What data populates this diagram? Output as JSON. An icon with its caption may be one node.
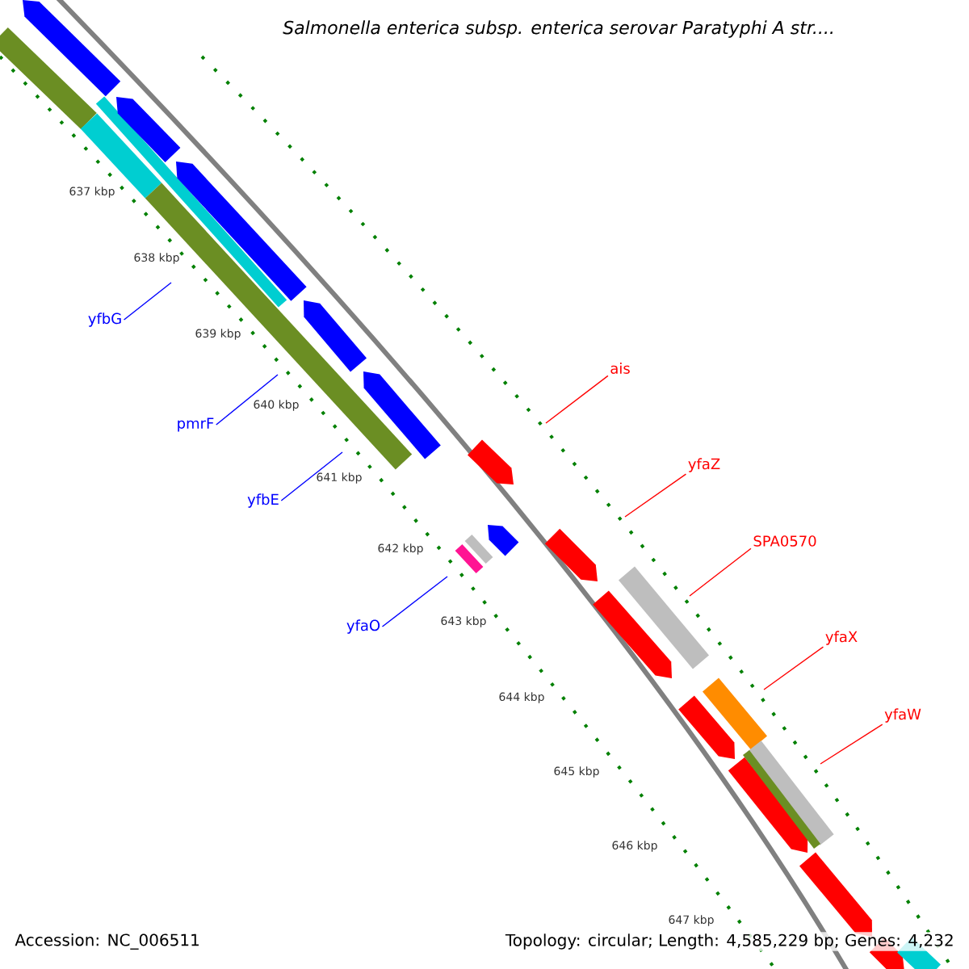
{
  "diagram": {
    "title": "*Salmonella enterica* subsp. *enterica* serovar *Paratyphi A* str....",
    "nodes": [
      {
        "text": [
          "yfbG"
        ]
      },
      {
        "text": [
          "pmrF"
        ]
      },
      {
        "text": [
          "yfbE"
        ]
      },
      {
        "text": [
          "yfaO"
        ]
      },
      {
        "text": [
          "ais"
        ]
      },
      {
        "text": [
          "yfaZ"
        ]
      },
      {
        "text": [
          "SPA0570"
        ]
      },
      {
        "text": [
          "yfaX"
        ]
      },
      {
        "text": [
          "yfaW"
        ]
      }
    ],
    "edges": [
      {
        "from": 0,
        "to": null,
        "arrow": "none",
        "color": "#0000ff"
      },
      {
        "from": 1,
        "to": null,
        "arrow": "none",
        "color": "#0000ff"
      },
      {
        "from": 2,
        "to": null,
        "arrow": "none",
        "color": "#0000ff"
      },
      {
        "from": 3,
        "to": null,
        "arrow": "none",
        "color": "#0000ff"
      },
      {
        "from": 4,
        "to": null,
        "arrow": "none"
      },
      {
        "from": 5,
        "to": null,
        "arrow": "none"
      },
      {
        "from": 6,
        "to": null,
        "arrow": "none"
      },
      {
        "from": 7,
        "to": null,
        "arrow": "none"
      },
      {
        "from": 8,
        "to": null,
        "arrow": "none"
      }
    ],
    "labels": [
      "637 kbp",
      "638 kbp",
      "639 kbp",
      "640 kbp",
      "641 kbp",
      "642 kbp",
      "643 kbp",
      "644 kbp",
      "645 kbp",
      "646 kbp",
      "647 kbp",
      "Accession: NC_006511",
      "Topology: circular; Length: 4,585,229 bp; Genes: 4,232"
    ]
  }
}
